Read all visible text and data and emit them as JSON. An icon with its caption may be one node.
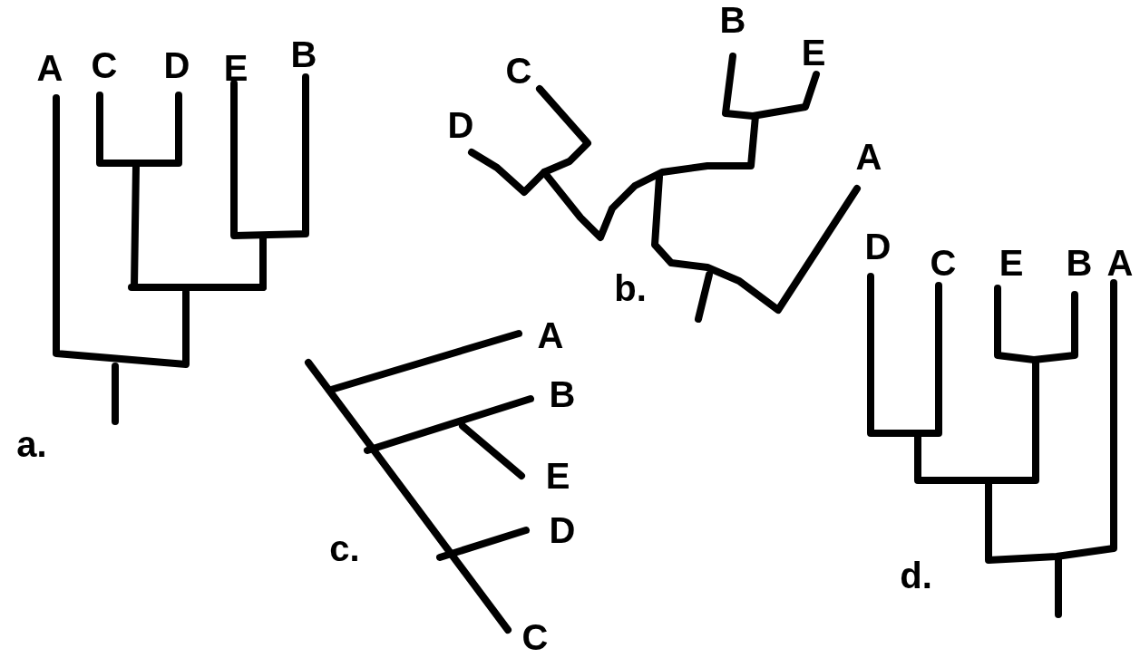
{
  "diagram": {
    "labels": [
      "A",
      "C",
      "D",
      "E",
      "B",
      "a.",
      "B",
      "E",
      "C",
      "D",
      "A",
      "b.",
      "A",
      "B",
      "E",
      "D",
      "C",
      "c.",
      "D",
      "C",
      "E",
      "B",
      "A",
      "d."
    ]
  }
}
